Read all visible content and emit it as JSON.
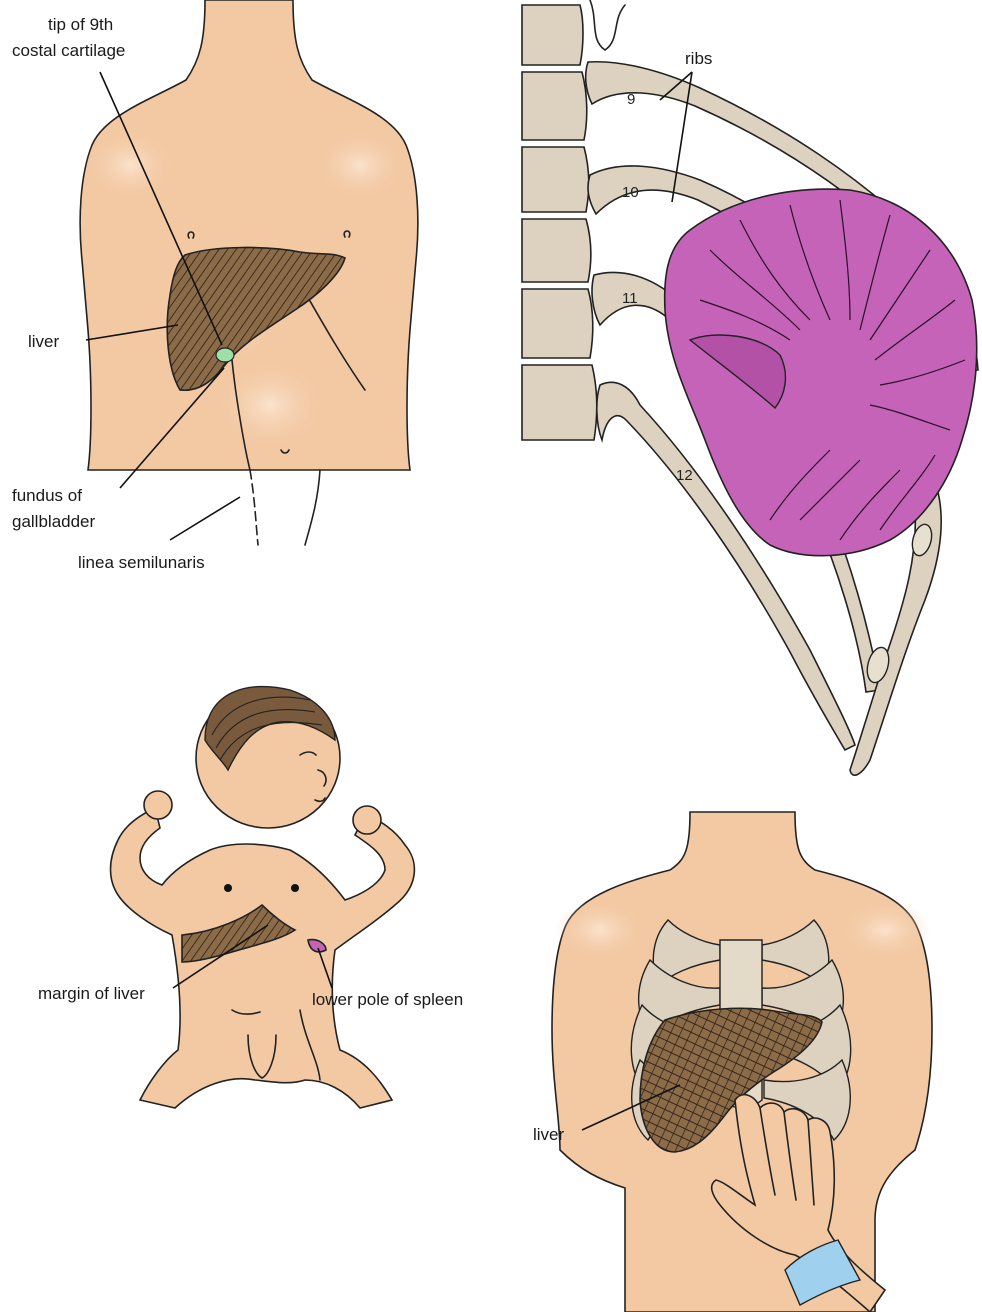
{
  "panels": {
    "adult_front": {
      "labels": {
        "tip_costal": [
          "tip of 9th",
          "costal cartilage"
        ],
        "liver": "liver",
        "fundus": [
          "fundus of",
          "gallbladder"
        ],
        "linea": "linea semilunaris"
      }
    },
    "spleen_ribs": {
      "labels": {
        "ribs": "ribs",
        "rib_numbers": [
          "9",
          "10",
          "11",
          "12"
        ]
      }
    },
    "infant": {
      "labels": {
        "margin": "margin of liver",
        "spleen_pole": "lower pole of spleen"
      }
    },
    "palpation": {
      "labels": {
        "liver": "liver"
      }
    }
  },
  "colors": {
    "skin": "#f3c9a4",
    "liver": "#8c6b48",
    "gallbladder": "#9fe0a8",
    "spleen": "#c463b7",
    "bone": "#ddd2bf",
    "sleeve": "#9fd0ee"
  }
}
